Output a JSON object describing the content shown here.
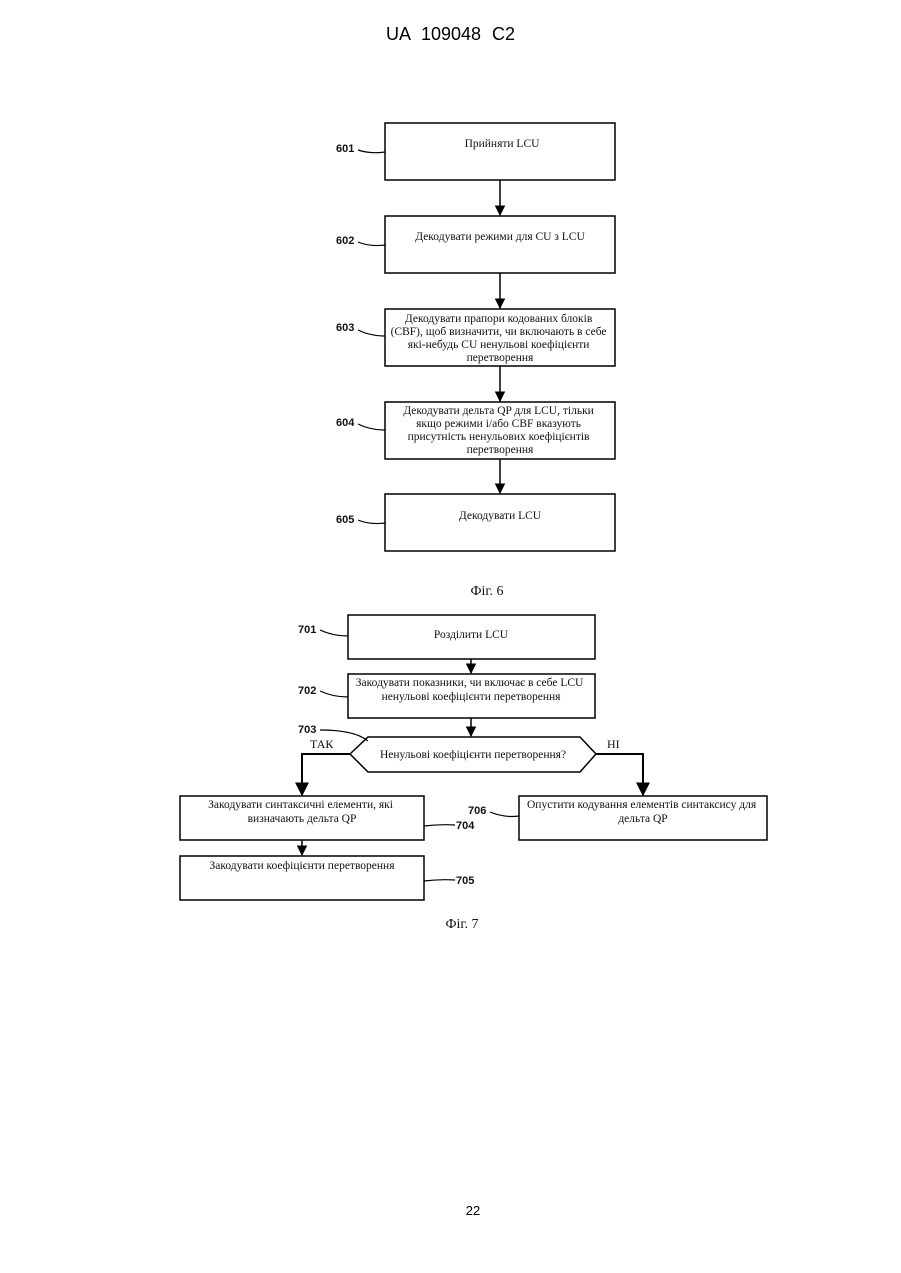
{
  "header": {
    "patent_number": "UA   109048   C2"
  },
  "page_number": "22",
  "fig6": {
    "caption": "Фіг. 6",
    "steps": [
      {
        "ref": "601",
        "lines": [
          "Прийняти LCU"
        ]
      },
      {
        "ref": "602",
        "lines": [
          "Декодувати режими для CU з LCU"
        ]
      },
      {
        "ref": "603",
        "lines": [
          "Декодувати прапори кодованих блоків",
          "(CBF), щоб визначити, чи включають в себе",
          "які-небудь CU ненульові коефіцієнти",
          "перетворення"
        ]
      },
      {
        "ref": "604",
        "lines": [
          "Декодувати дельта QP для LCU, тільки",
          "якщо режими і/або CBF вказують",
          "присутність ненульових коефіцієнтів",
          "перетворення"
        ]
      },
      {
        "ref": "605",
        "lines": [
          "Декодувати LCU"
        ]
      }
    ]
  },
  "fig7": {
    "caption": "Фіг. 7",
    "step_701": {
      "ref": "701",
      "lines": [
        "Розділити LCU"
      ]
    },
    "step_702": {
      "ref": "702",
      "lines": [
        "Закодувати показники, чи включає в себе LCU",
        "ненульові коефіцієнти перетворення"
      ]
    },
    "decision_703": {
      "ref": "703",
      "lines": [
        "Ненульові коефіцієнти перетворення?"
      ]
    },
    "yes_label": "ТАК",
    "no_label": "НІ",
    "step_704": {
      "ref": "704",
      "lines": [
        "Закодувати синтаксичні елементи, які",
        "визначають дельта QP"
      ]
    },
    "step_705": {
      "ref": "705",
      "lines": [
        "Закодувати коефіцієнти перетворення"
      ]
    },
    "step_706": {
      "ref": "706",
      "lines": [
        "Опустити кодування елементів синтаксису для",
        "дельта QP"
      ]
    }
  }
}
